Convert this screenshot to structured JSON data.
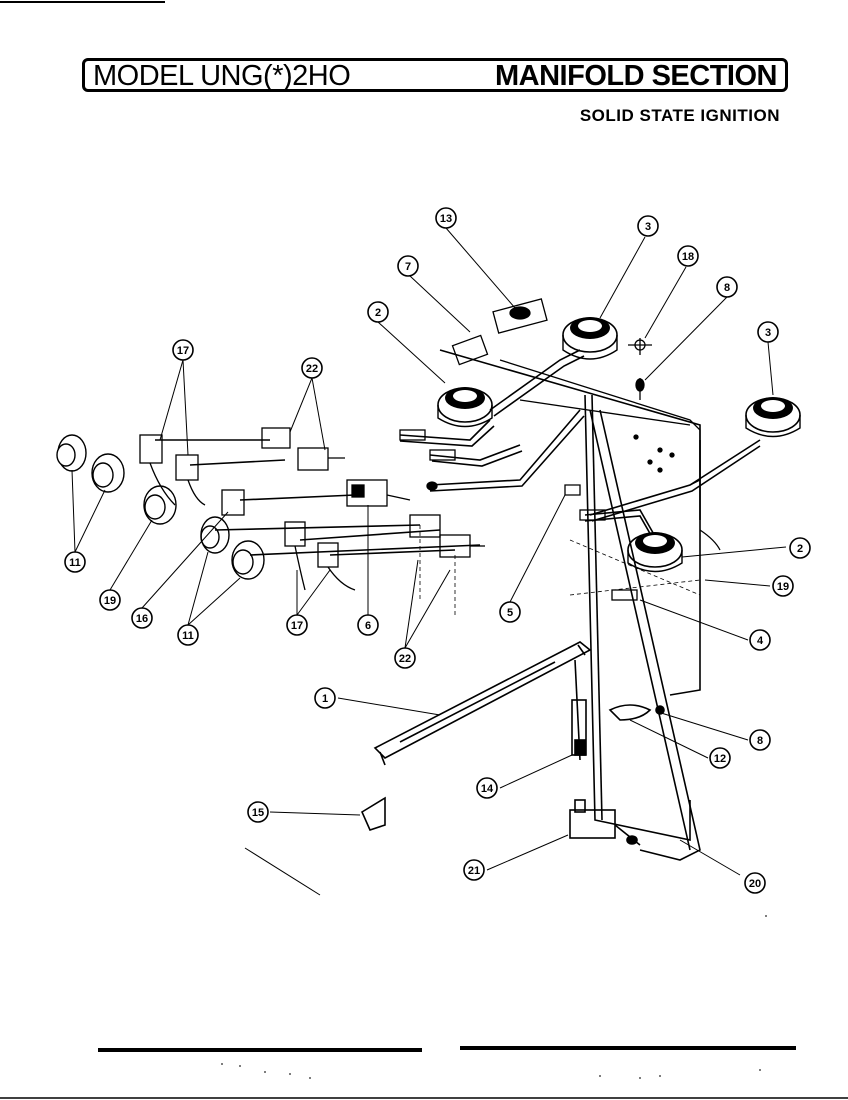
{
  "header": {
    "model": "MODEL UNG(*)2HO",
    "section": "MANIFOLD SECTION",
    "subtitle": "SOLID STATE IGNITION"
  },
  "callouts": [
    "13",
    "3",
    "18",
    "7",
    "8",
    "2",
    "3",
    "17",
    "22",
    "11",
    "19",
    "6",
    "16",
    "11",
    "17",
    "22",
    "5",
    "2",
    "19",
    "4",
    "1",
    "8",
    "12",
    "14",
    "15",
    "21",
    "20"
  ]
}
